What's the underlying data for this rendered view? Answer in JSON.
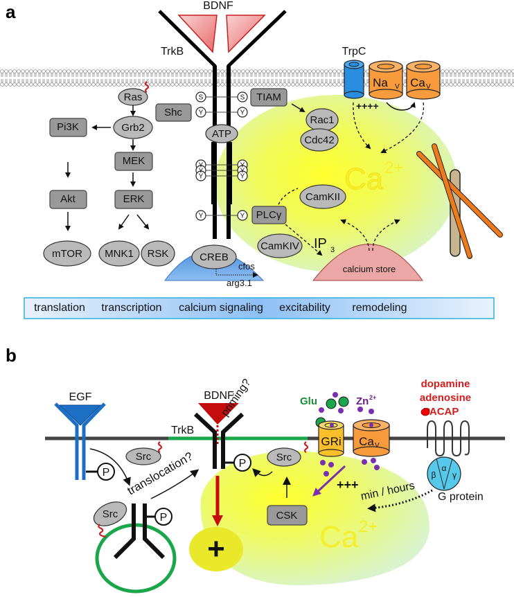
{
  "panel_a": {
    "label": "a",
    "ligand": "BDNF",
    "receptor": "TrkB",
    "channel_trpc": "TrpC",
    "channel_nav": "Na",
    "channel_nav_sub": "V",
    "channel_cav": "Ca",
    "channel_cav_sub": "V",
    "plus_charges": "++++",
    "residue_s": "S",
    "residue_y": "Y",
    "atp": "ATP",
    "proteins": {
      "ras": "Ras",
      "shc": "Shc",
      "grb2": "Grb2",
      "pi3k": "Pi3K",
      "mek": "MEK",
      "erk": "ERK",
      "akt": "Akt",
      "mtor": "mTOR",
      "mnk1": "MNK1",
      "rsk": "RSK",
      "tiam": "TIAM",
      "rac1": "Rac1",
      "cdc42": "Cdc42",
      "camkii": "CamKII",
      "plcg": "PLCγ",
      "camkiv": "CamKIV",
      "creb": "CREB"
    },
    "ip3": "IP",
    "ip3_sub": "3",
    "calcium": "Ca",
    "calcium_sup": "2+",
    "calcium_store": "calcium store",
    "genes": [
      "cfos",
      "arg3.1"
    ],
    "outcomes": [
      "translation",
      "transcription",
      "calcium signaling",
      "excitability",
      "remodeling"
    ]
  },
  "panel_b": {
    "label": "b",
    "egf": "EGF",
    "bdnf": "BDNF",
    "trkb": "TrkB",
    "priming": "priming?",
    "translocation": "translocation?",
    "src": "Src",
    "phospho": "P",
    "csk": "CSK",
    "glu": "Glu",
    "zn": "Zn",
    "zn_sup": "2+",
    "gri": "GRi",
    "cav": "Ca",
    "cav_sub": "V",
    "plus_three": "+++",
    "plus_one": "+",
    "gpcr_ligands": [
      "dopamine",
      "adenosine",
      "PACAP"
    ],
    "g_subunits": [
      "β",
      "α",
      "γ"
    ],
    "g_protein": "G protein",
    "time_label": "min / hours",
    "calcium": "Ca",
    "calcium_sup": "2+"
  },
  "colors": {
    "bdnf_fill": "#f4a9a9",
    "bdnf_stroke": "#c81e1e",
    "trpc": "#2a8ee0",
    "orange_channel": "#f79b3c",
    "gri": "#fbbf2c",
    "ca_cloud_inner": "#ffff33",
    "ca_cloud_outer": "#d9f5c6",
    "creb_mound": "#5a9ee6",
    "store_mound": "#eba6a6",
    "egf": "#1c6fc4",
    "green_membrane": "#1aa64a",
    "red_arrow": "#c40e0e",
    "purple": "#7a2fb0",
    "gprotein": "#56c8ea",
    "outcome_bar": "#a9cff7"
  }
}
